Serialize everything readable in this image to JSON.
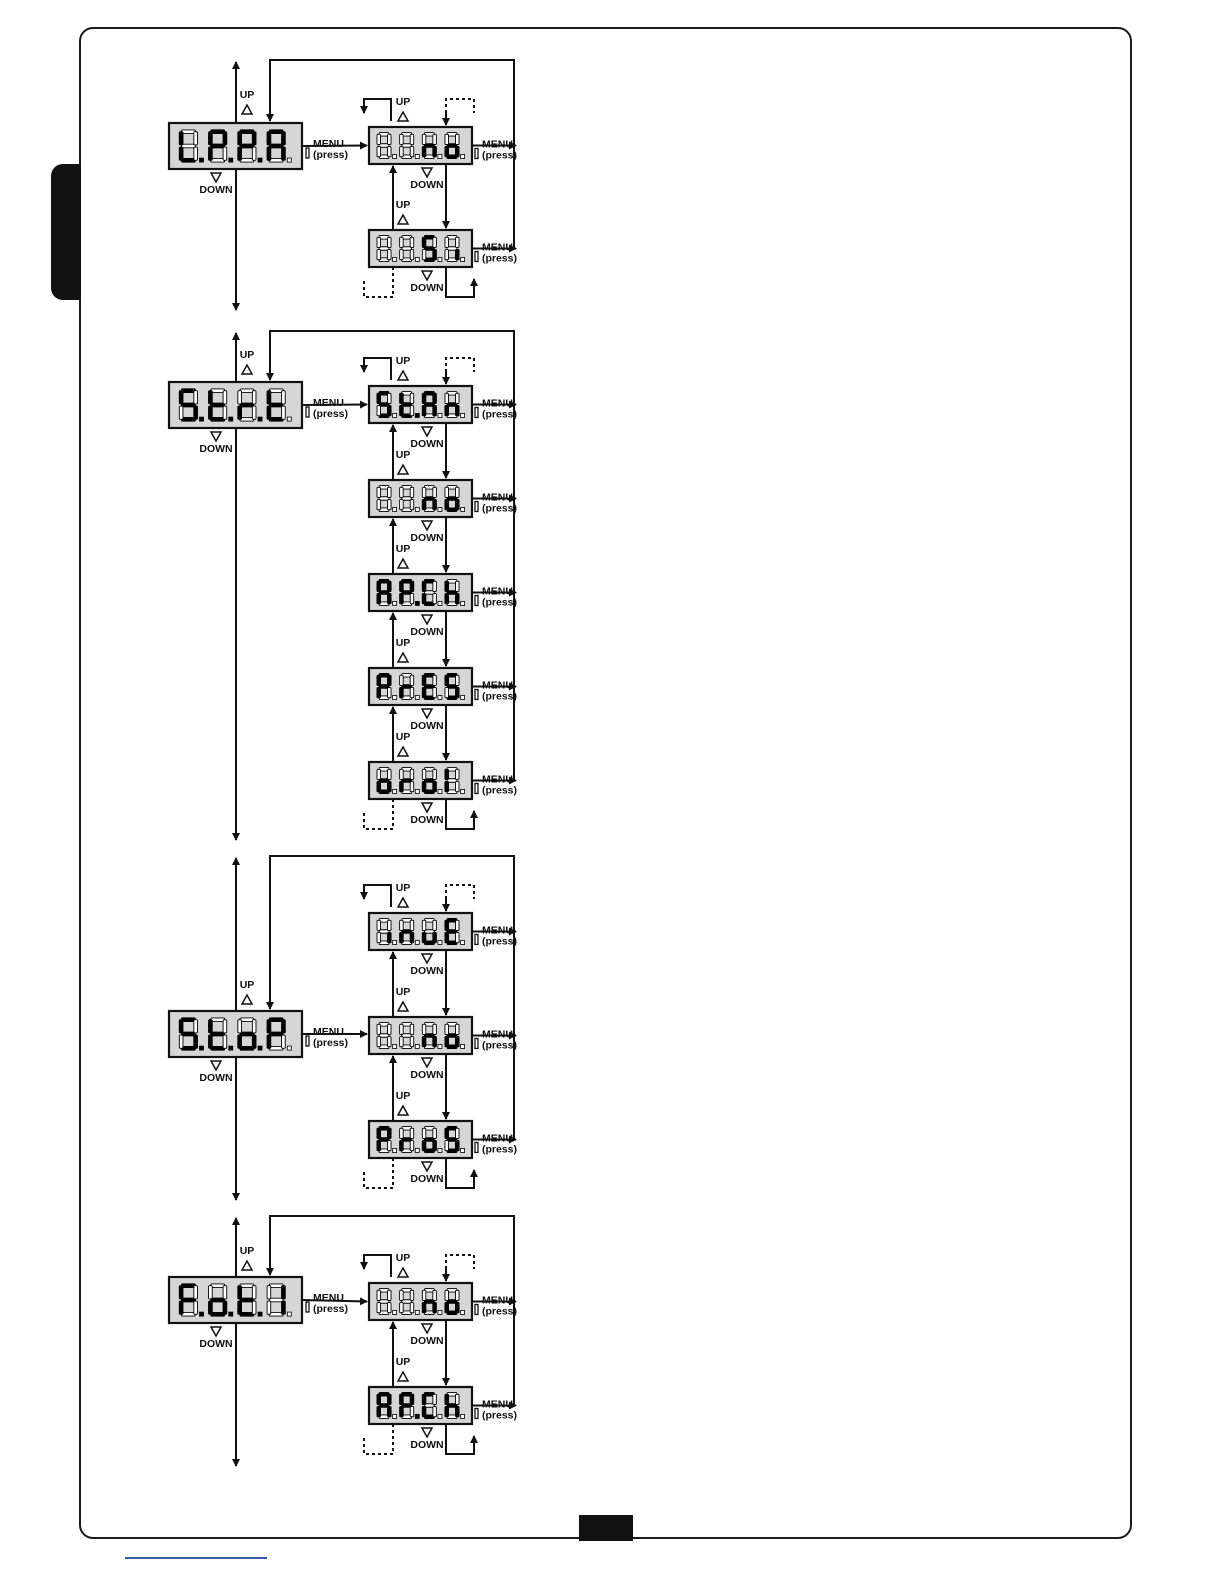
{
  "labels": {
    "up": "UP",
    "down": "DOWN",
    "menu": "MENU",
    "press": "(press)"
  },
  "colors": {
    "display_bg": "#d6d6d6",
    "segment_on": "#000000",
    "segment_off": "#ffffff",
    "line": "#111111",
    "tab": "#111111"
  },
  "menus": [
    {
      "main": "L.P.P.A",
      "options": [
        "no",
        "Si"
      ]
    },
    {
      "main": "S.t.r.t",
      "options": [
        "St.An",
        "no",
        "AP.Ch",
        "PrES",
        "orol"
      ]
    },
    {
      "main": "S.t.o.P",
      "options": [
        "inuE",
        "no",
        "ProS"
      ]
    },
    {
      "main": "F.o.t.1",
      "options": [
        "no",
        "AP.Ch"
      ]
    }
  ]
}
